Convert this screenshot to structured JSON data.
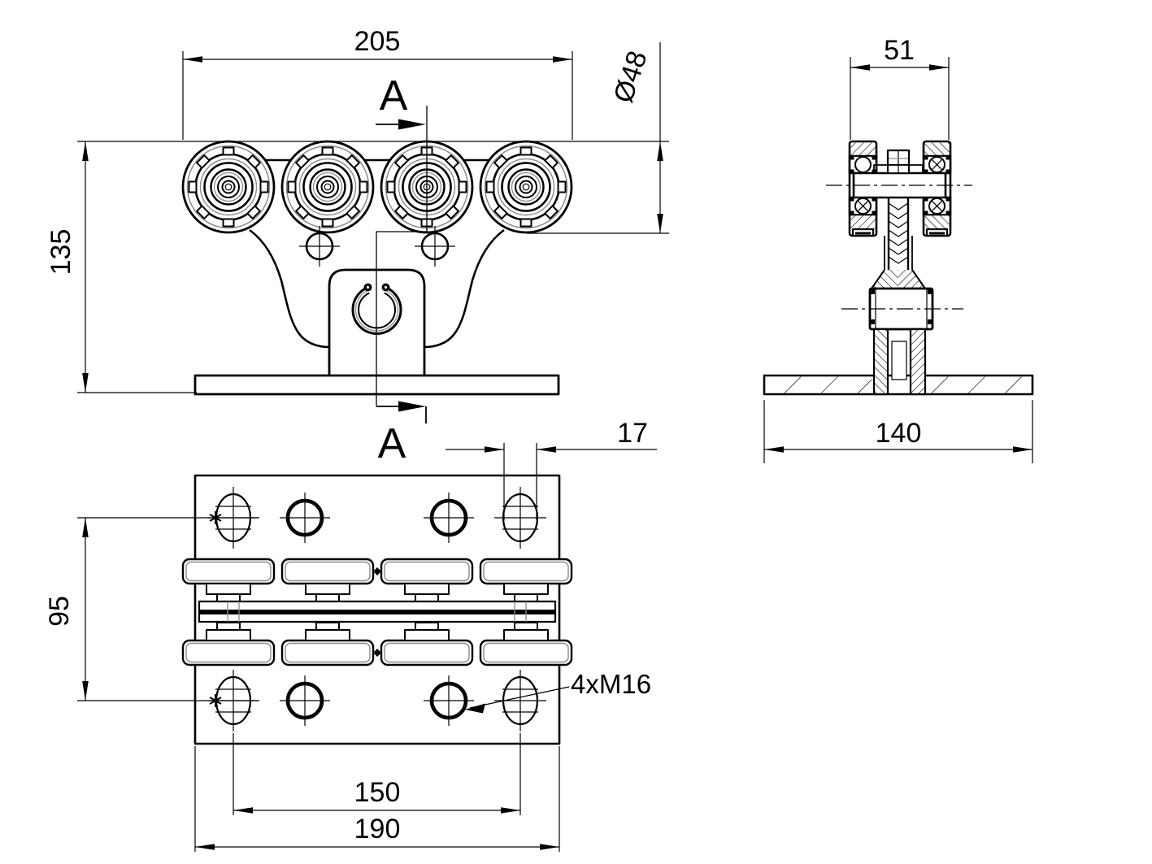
{
  "drawing": {
    "background": "#ffffff",
    "line_color": "#000000",
    "shade_color": "#8c8c8c",
    "section_label": "A",
    "dimensions": {
      "front_width": "205",
      "roller_diameter": "Ø48",
      "front_height": "135",
      "roller_assembly_width": "51",
      "base_plate_depth": "140",
      "slot_width": "17",
      "hole_row_spacing": "95",
      "hole_column_spacing": "150",
      "plate_width": "190",
      "thread_callout": "4xM16"
    }
  }
}
